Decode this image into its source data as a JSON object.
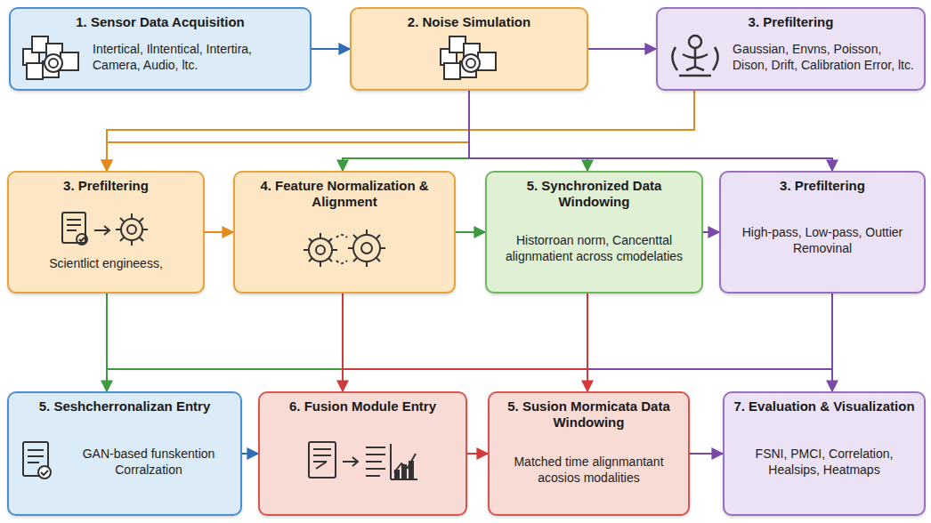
{
  "diagram": {
    "nodes": [
      {
        "text": [
          "1. Sensor Data Acquisition",
          "Intertical, Ilntentical, Intertira, Camera, Audio, ltc."
        ]
      },
      {
        "text": [
          "2. Noise Simulation"
        ]
      },
      {
        "text": [
          "3. Prefiltering",
          "Gaussian, Envns, Poisson, Dison, Drift, Calibration Error, ltc."
        ]
      },
      {
        "text": [
          "3. Prefiltering",
          "Scientlict engineess,"
        ]
      },
      {
        "text": [
          "4. Feature Normalization & Alignment"
        ]
      },
      {
        "text": [
          "5. Synchronized Data Windowing",
          "Historroan norm, Cancenttal alignmatient across cmodelaties"
        ]
      },
      {
        "text": [
          "3. Prefiltering",
          "High-pass, Low-pass, Outtier Removinal"
        ]
      },
      {
        "text": [
          "5. Seshcherronalizan Entry",
          "GAN-based funskention Corralzation"
        ]
      },
      {
        "text": [
          "6. Fusion Module Entry"
        ]
      },
      {
        "text": [
          "5. Susion Mormicata Data Windowing",
          "Matched time alignmantant acosios modalities"
        ]
      },
      {
        "text": [
          "7. Evaluation & Visualization",
          "FSNI, PMCI, Correlation, Healsips, Heatmaps"
        ]
      }
    ],
    "edges": [
      {
        "from": 0,
        "to": 1,
        "arrow": "to"
      },
      {
        "from": 1,
        "to": 2,
        "arrow": "to"
      },
      {
        "from": 1,
        "to": 3,
        "arrow": "to"
      },
      {
        "from": 2,
        "to": 3,
        "arrow": "to"
      },
      {
        "from": 1,
        "to": 4,
        "arrow": "to"
      },
      {
        "from": 1,
        "to": 5,
        "arrow": "to"
      },
      {
        "from": 1,
        "to": 6,
        "arrow": "to"
      },
      {
        "from": 3,
        "to": 4,
        "arrow": "to"
      },
      {
        "from": 4,
        "to": 5,
        "arrow": "to"
      },
      {
        "from": 5,
        "to": 6,
        "arrow": "to"
      },
      {
        "from": 3,
        "to": 7,
        "arrow": "to"
      },
      {
        "from": 4,
        "to": 8,
        "arrow": "to"
      },
      {
        "from": 5,
        "to": 9,
        "arrow": "to"
      },
      {
        "from": 6,
        "to": 10,
        "arrow": "to"
      },
      {
        "from": 7,
        "to": 8,
        "arrow": "to"
      },
      {
        "from": 8,
        "to": 9,
        "arrow": "to"
      },
      {
        "from": 9,
        "to": 10,
        "arrow": "to"
      }
    ]
  }
}
